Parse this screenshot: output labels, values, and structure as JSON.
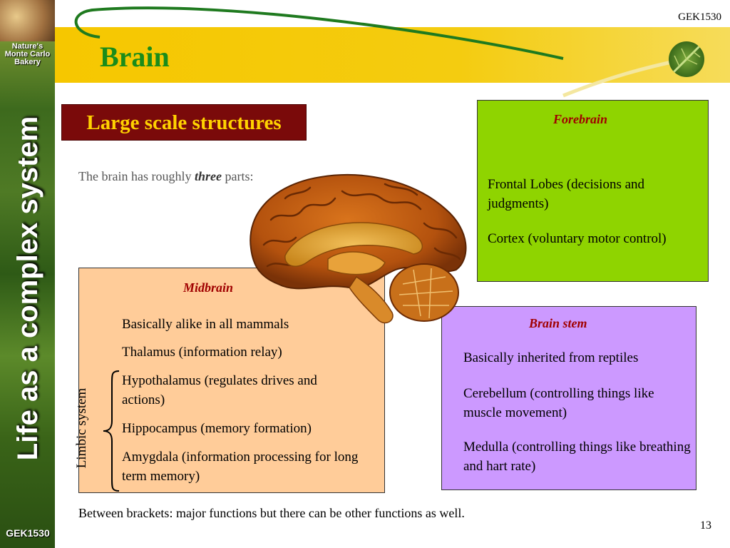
{
  "sidebar": {
    "bakery_label_line1": "Nature's",
    "bakery_label_line2": "Monte Carlo",
    "bakery_label_line3": "Bakery",
    "vertical_title": "Life as a complex system",
    "course_code": "GEK1530"
  },
  "header": {
    "title": "Brain",
    "course_code": "GEK1530"
  },
  "section_tag": "Large scale structures",
  "intro": {
    "before": "The brain has roughly ",
    "emphasis": "three",
    "after": " parts:"
  },
  "forebrain": {
    "title": "Forebrain",
    "items": [
      "Frontal Lobes (decisions and judgments)",
      "Cortex (voluntary motor control)"
    ]
  },
  "midbrain": {
    "title": "Midbrain",
    "items": [
      "Basically alike in all mammals",
      "Thalamus (information relay)",
      "Hypothalamus (regulates drives and actions)",
      "Hippocampus (memory formation)",
      "Amygdala (information processing for long term memory)"
    ],
    "limbic_label": "Limbic system"
  },
  "brainstem": {
    "title": "Brain stem",
    "items": [
      "Basically inherited from reptiles",
      "Cerebellum (controlling things like muscle movement)",
      "Medulla (controlling things like breathing and hart rate)"
    ]
  },
  "footnote": "Between brackets: major functions but there can be other functions as well.",
  "page_number": "13",
  "colors": {
    "title_green": "#1a8c1a",
    "section_bg": "#7a0a0a",
    "section_text": "#ffd200",
    "forebrain_bg": "#8fd400",
    "midbrain_bg": "#ffcc99",
    "brainstem_bg": "#cc99ff",
    "box_title": "#a00000"
  },
  "icons": [
    "leaf-icon",
    "brain-illustration",
    "bakery-photo"
  ]
}
